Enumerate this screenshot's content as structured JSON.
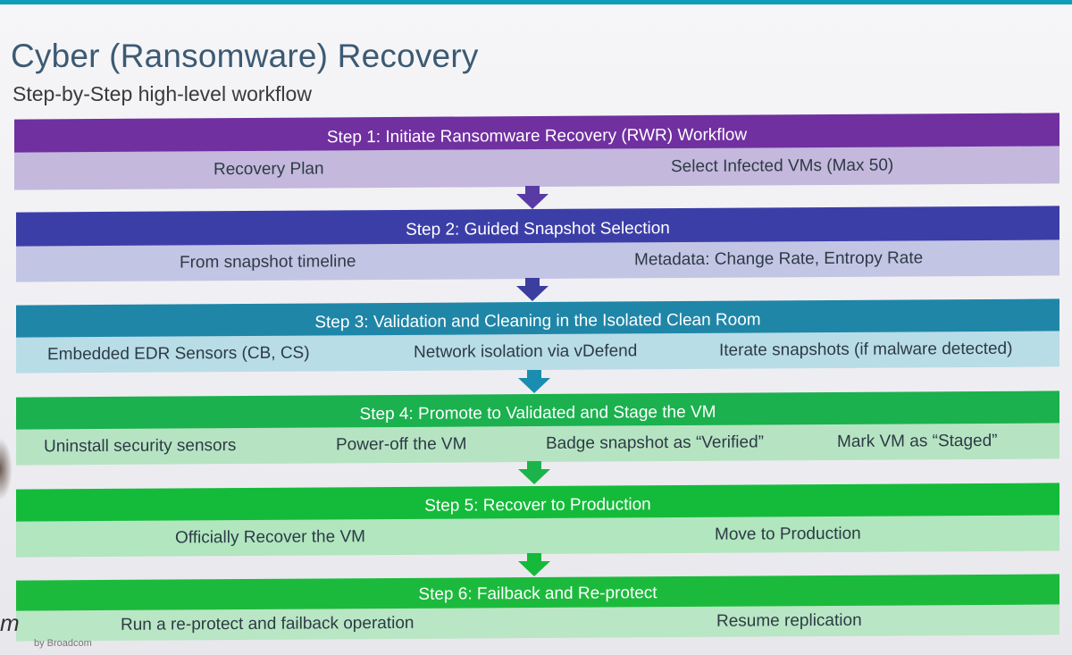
{
  "title": "Cyber (Ransomware) Recovery",
  "subtitle": "Step-by-Step high-level workflow",
  "colors": {
    "step1": "#7030a0",
    "step1_sub": "#c4b8dc",
    "step2": "#3c3ea8",
    "step2_sub": "#c3c5e4",
    "step3": "#1f86a8",
    "step3_sub": "#b8dde6",
    "step4": "#1bb14e",
    "step4_sub": "#b6e4c2",
    "step5": "#14bb3a",
    "step5_sub": "#b1e6bf",
    "step6": "#1cba3c",
    "step6_sub": "#b9e6c4"
  },
  "steps": [
    {
      "heading": "Step 1: Initiate Ransomware Recovery (RWR) Workflow",
      "items": [
        "Recovery Plan",
        "Select Infected VMs (Max 50)"
      ]
    },
    {
      "heading": "Step 2: Guided Snapshot Selection",
      "items": [
        "From snapshot timeline",
        "Metadata: Change Rate, Entropy Rate"
      ]
    },
    {
      "heading": "Step 3: Validation and Cleaning in the Isolated Clean Room",
      "items": [
        "Embedded EDR Sensors (CB, CS)",
        "Network isolation via vDefend",
        "Iterate snapshots (if malware detected)"
      ]
    },
    {
      "heading": "Step 4: Promote to Validated and Stage the VM",
      "items": [
        "Uninstall security sensors",
        "Power-off the VM",
        "Badge snapshot as “Verified”",
        "Mark VM as “Staged”"
      ]
    },
    {
      "heading": "Step 5: Recover to Production",
      "items": [
        "Officially Recover the VM",
        "Move to Production"
      ]
    },
    {
      "heading": "Step 6: Failback and Re-protect",
      "items": [
        "Run a re-protect and failback operation",
        "Resume replication"
      ]
    }
  ],
  "footer": {
    "brand": "by Broadcom"
  },
  "slide_mark": "m"
}
